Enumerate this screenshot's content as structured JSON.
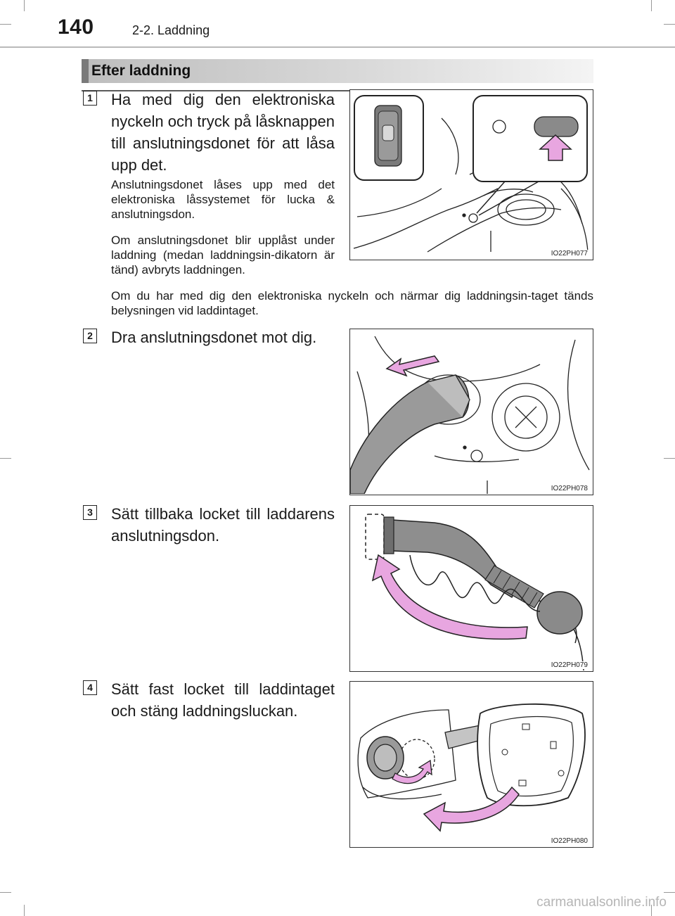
{
  "header": {
    "page_number": "140",
    "chapter": "2-2. Laddning"
  },
  "section": {
    "title": "Efter laddning"
  },
  "steps": [
    {
      "number": "1",
      "text": "Ha med dig den elektroniska nyckeln och tryck på låsknappen till anslutningsdonet för att låsa upp det.",
      "notes": [
        "Anslutningsdonet låses upp med det elektroniska låssystemet för lucka & anslutningsdon.",
        "Om anslutningsdonet blir upplåst under laddning (medan laddningsin-dikatorn är tänd) avbryts laddningen.",
        "Om du har med dig den elektroniska nyckeln och närmar dig laddningsin-taget tänds belysningen vid laddintaget."
      ],
      "figure_code": "IO22PH077"
    },
    {
      "number": "2",
      "text": "Dra anslutningsdonet mot dig.",
      "figure_code": "IO22PH078"
    },
    {
      "number": "3",
      "text": "Sätt tillbaka locket till laddarens anslutningsdon.",
      "figure_code": "IO22PH079"
    },
    {
      "number": "4",
      "text": "Sätt fast locket till laddintaget och stäng laddningsluckan.",
      "figure_code": "IO22PH080"
    }
  ],
  "footer": {
    "watermark": "carmanualsonline.info"
  },
  "colors": {
    "arrow_pink": "#e8a6e0",
    "arrow_outline": "#222222",
    "section_bar": "#c8c8c8"
  }
}
